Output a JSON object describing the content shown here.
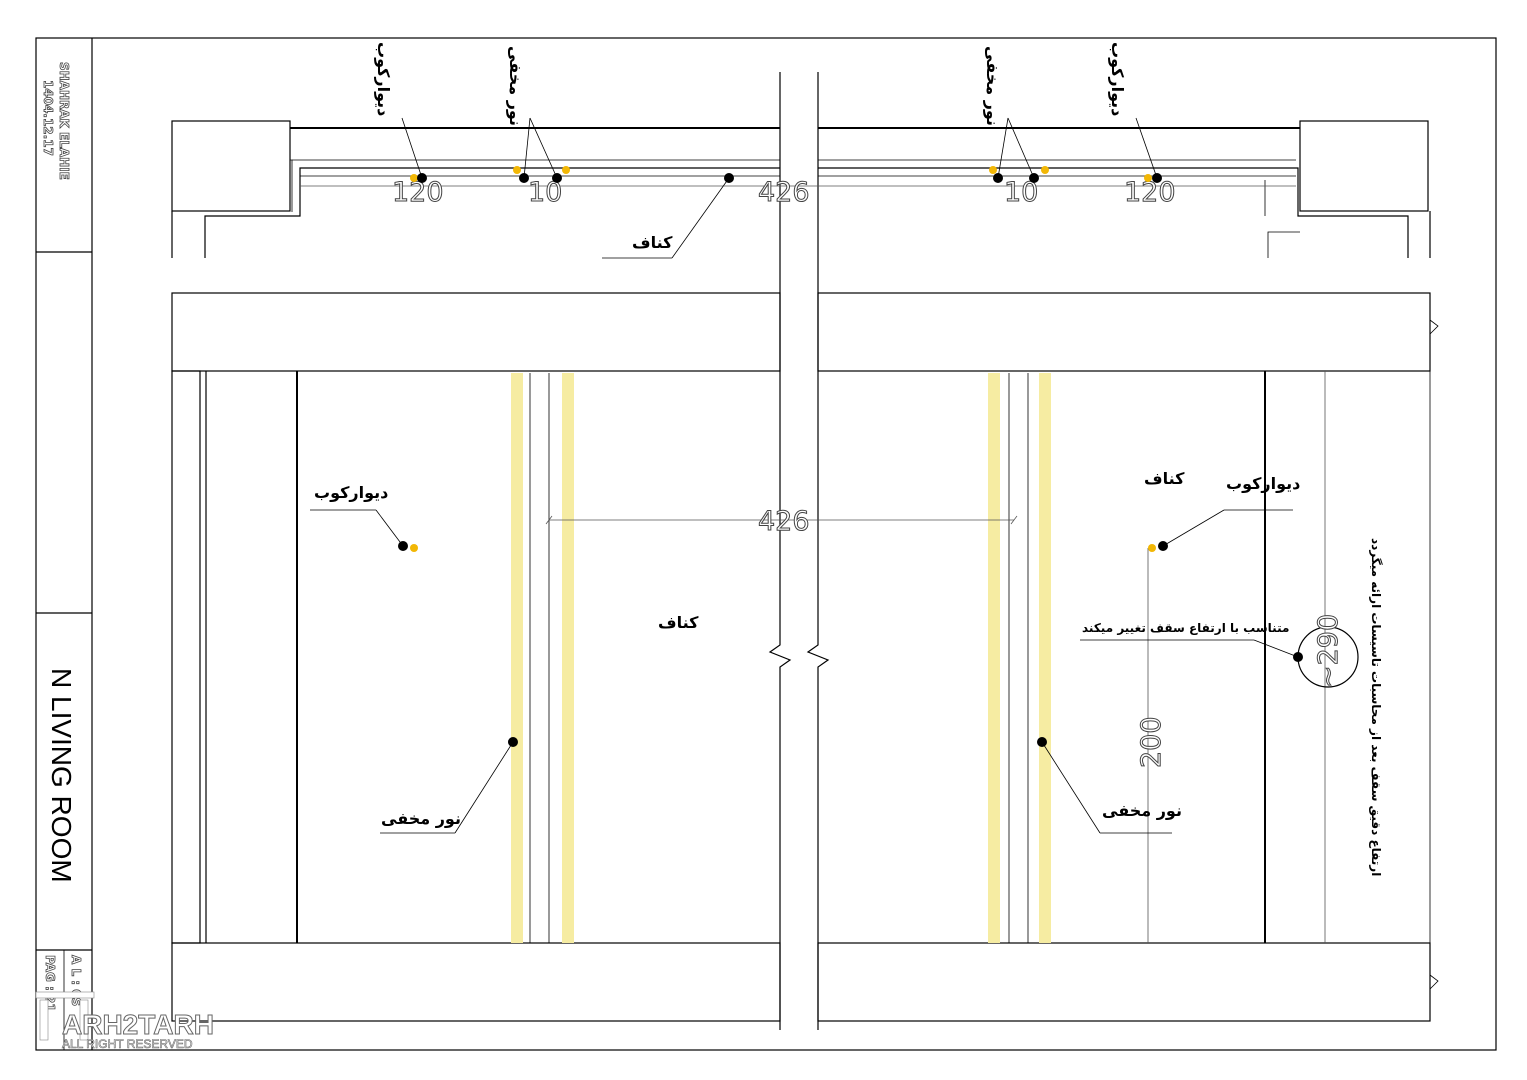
{
  "title_block": {
    "project": "SHAHRAK ELAHIE",
    "date": "1404.12.17",
    "sheet_title": "N LIVING ROOM",
    "scale_label": "A L : 0S",
    "page_label": "PAG : 21"
  },
  "watermark": {
    "brand": "ARH2TARH",
    "rights": "ALL RIGHT RESERVED"
  },
  "plan": {
    "labels": {
      "wall_lamp_left": "دیوارکوب",
      "hidden_light_left": "نور مخفی",
      "hidden_light_right": "نور مخفی",
      "wall_lamp_right": "دیوارکوب",
      "knauf": "کناف"
    },
    "dims": {
      "d120_left": "120",
      "d10_left": "10",
      "d426": "426",
      "d10_right": "10",
      "d120_right": "120"
    }
  },
  "elevation": {
    "labels": {
      "wall_lamp_left": "دیوارکوب",
      "wall_lamp_right": "دیوارکوب",
      "knauf_center": "کناف",
      "knauf_right": "کناف",
      "hidden_light_left": "نور مخفی",
      "hidden_light_right": "نور مخفی",
      "ceiling_note": "متناسب با ارتفاع سقف تغییر میکند",
      "side_note": "ارتفاع دقیق سقف بعد از محاسبات تاسیسات ارائه میگردد"
    },
    "dims": {
      "width": "426",
      "height_200": "200",
      "height_290": "~290"
    }
  },
  "colors": {
    "hidden_light": "#f6eca2",
    "lamp_marker": "#f2b705"
  }
}
